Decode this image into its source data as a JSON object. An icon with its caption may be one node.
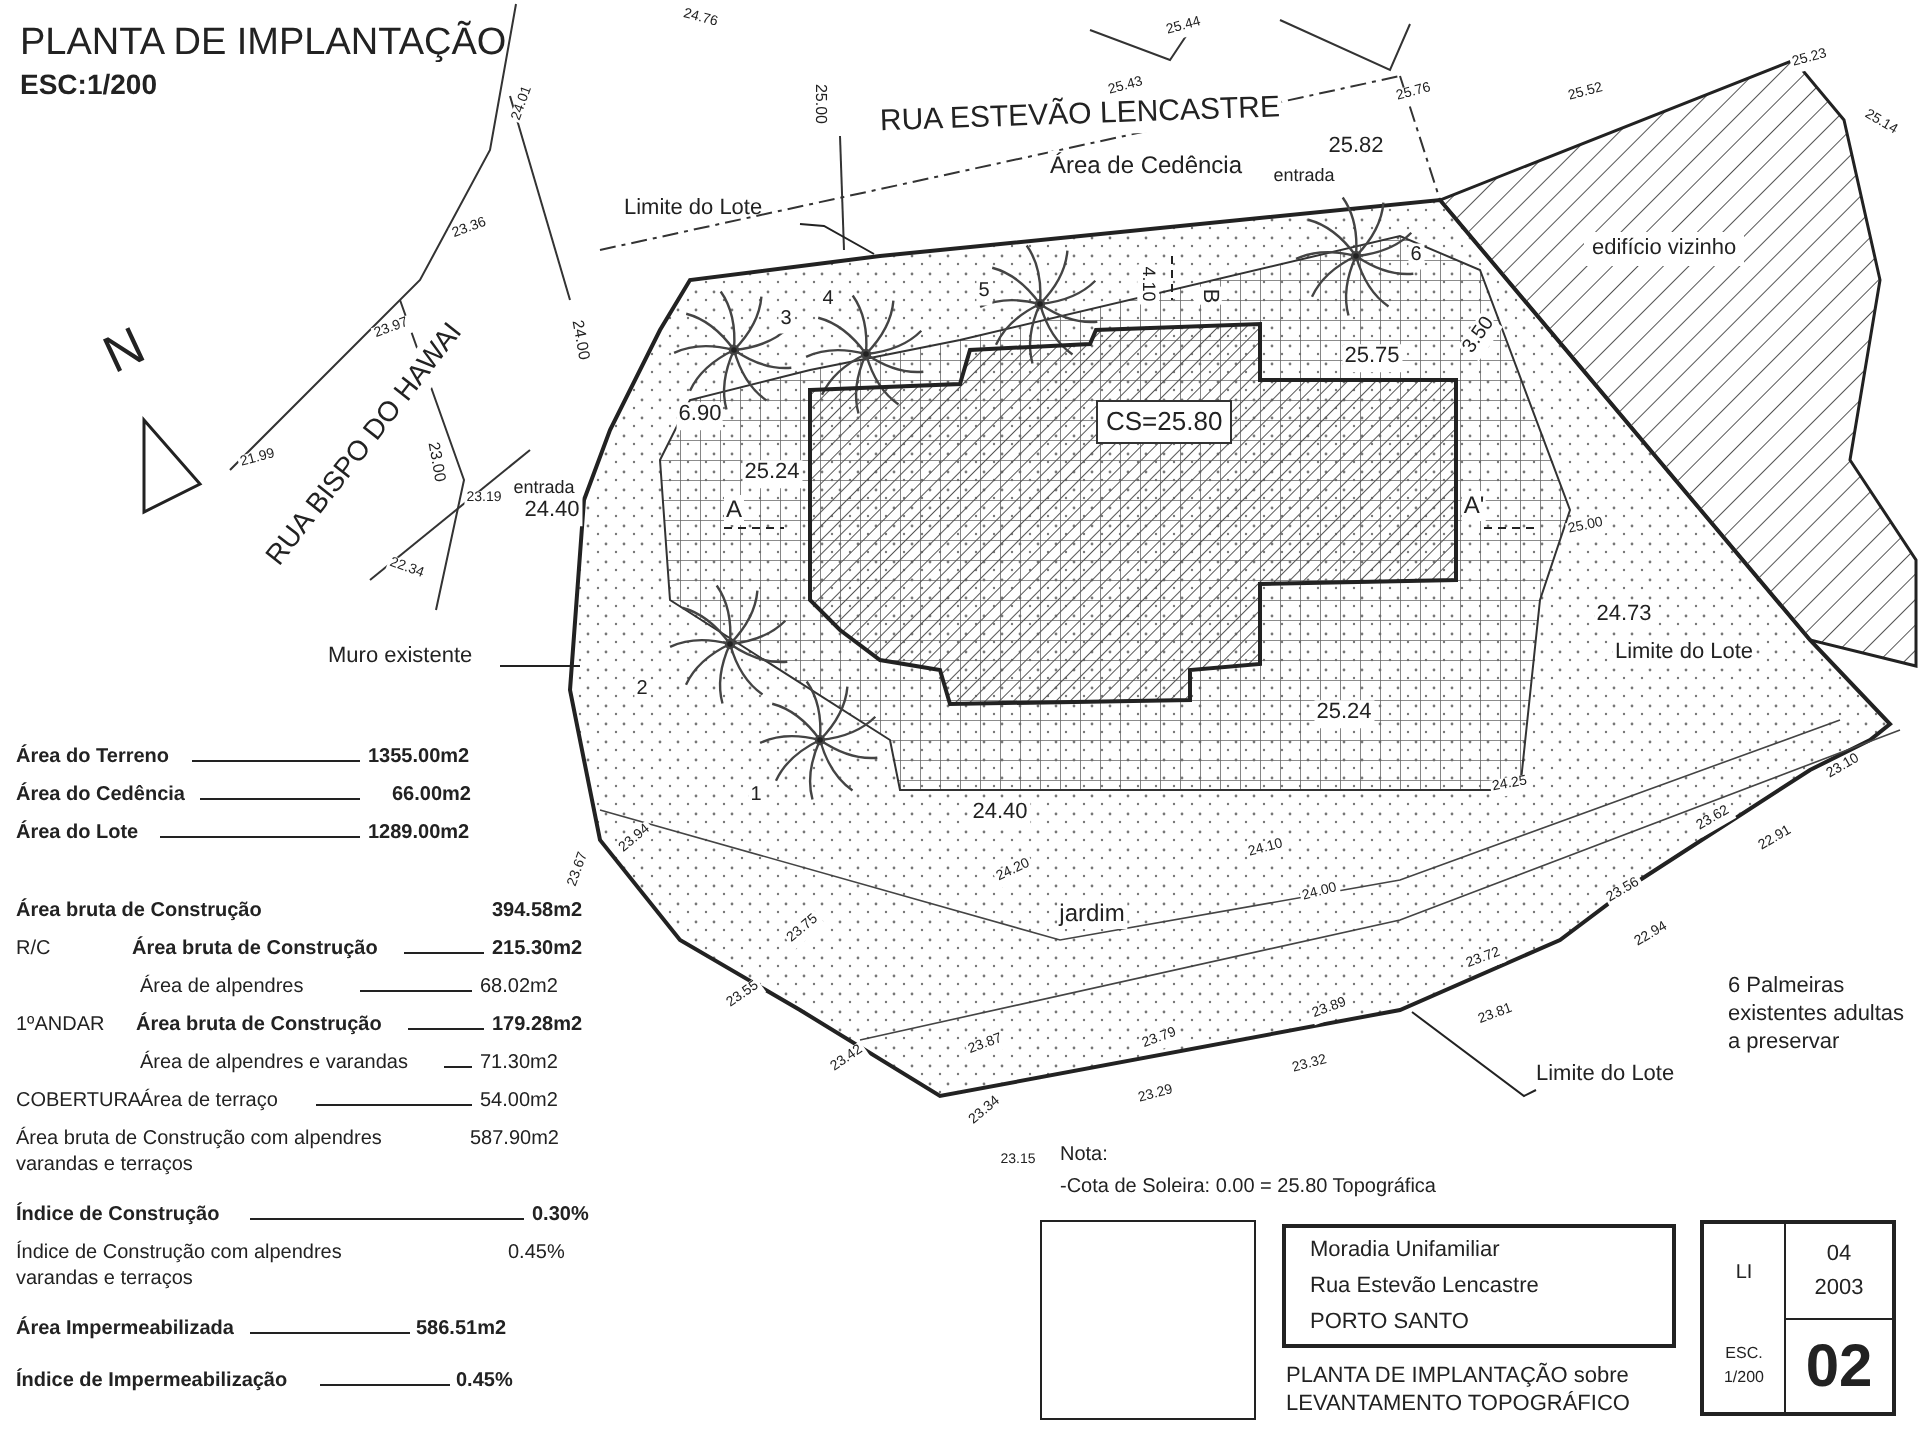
{
  "diagram": {
    "title": "PLANTA DE IMPLANTAÇÃO",
    "nodes": [
      {
        "text": [
          "Limite do Lote"
        ]
      },
      {
        "text": [
          "edifício vizinho"
        ]
      },
      {
        "text": [
          "CS=25.80"
        ],
        "in": 3
      },
      {
        "text": [],
        "shape": "polygon"
      },
      {
        "text": [
          "Muro existente"
        ]
      },
      {
        "text": [
          "Limite do Lote"
        ]
      },
      {
        "text": [],
        "shape": "box"
      },
      {
        "text": [
          "Moradia Unifamiliar",
          "Rua Estevão Lencastre",
          "PORTO SANTO"
        ]
      },
      {
        "text": [
          "LI",
          "04",
          "2003",
          "ESC.",
          "1/200",
          "02"
        ]
      }
    ],
    "edges": [
      {
        "from": 0,
        "to": 3,
        "arrow": "none"
      },
      {
        "from": 4,
        "to": 3,
        "arrow": "none"
      },
      {
        "from": 5,
        "to": 3,
        "arrow": "none"
      }
    ],
    "labels": [
      "ESC:1/200",
      "N",
      "RUA BISPO DO HAWAI",
      "RUA ESTEVÃO LENCASTRE",
      "24.76",
      "25.44",
      "25.43",
      "25.76",
      "25.52",
      "25.23",
      "25.14",
      "24.01",
      "23.36",
      "23.97",
      "21.99",
      "23.00",
      "24.00",
      "25.00",
      "Área de Cedência",
      "25.82",
      "entrada",
      "4.10",
      "B",
      "25.75",
      "3.50",
      "6.90",
      "entrada",
      "24.40",
      "25.24",
      "A",
      "A'",
      "22.34",
      "23.19",
      "25.00",
      "24.73",
      "Limite do Lote",
      "3",
      "4",
      "5",
      "6",
      "2",
      "1",
      "25.24",
      "24.40",
      "jardim",
      "24.00",
      "24.25",
      "24.10",
      "24.20",
      "23.62",
      "22.91",
      "23.10",
      "23.94",
      "23.67",
      "23.75",
      "23.55",
      "23.42",
      "23.56",
      "22.94",
      "23.72",
      "23.89",
      "23.81",
      "23.87",
      "23.79",
      "23.32",
      "23.29",
      "23.34",
      "23.15",
      "6 Palmeiras existentes adultas a preservar",
      "Nota:",
      "-Cota de Soleira: 0.00 = 25.80 Topográfica",
      "PLANTA DE IMPLANTAÇÃO sobre LEVANTAMENTO TOPOGRÁFICO",
      "Área do Terreno",
      "1355.00m2",
      "Área do Cedência",
      "66.00m2",
      "Área do Lote",
      "1289.00m2",
      "Área bruta de Construção",
      "394.58m2",
      "R/C",
      "Área bruta de Construção",
      "215.30m2",
      "Área de alpendres",
      "68.02m2",
      "1ºANDAR",
      "Área bruta de Construção",
      "179.28m2",
      "Área de alpendres e varandas",
      "71.30m2",
      "COBERTURA",
      "Área de terraço",
      "54.00m2",
      "Área bruta de Construção com alpendres varandas e terraços",
      "587.90m2",
      "Índice de Construção",
      "0.30%",
      "Índice de Construção com alpendres varandas e terraços",
      "0.45%",
      "Área Impermeabilizada",
      "586.51m2",
      "Índice de Impermeabilização",
      "0.45%"
    ]
  }
}
